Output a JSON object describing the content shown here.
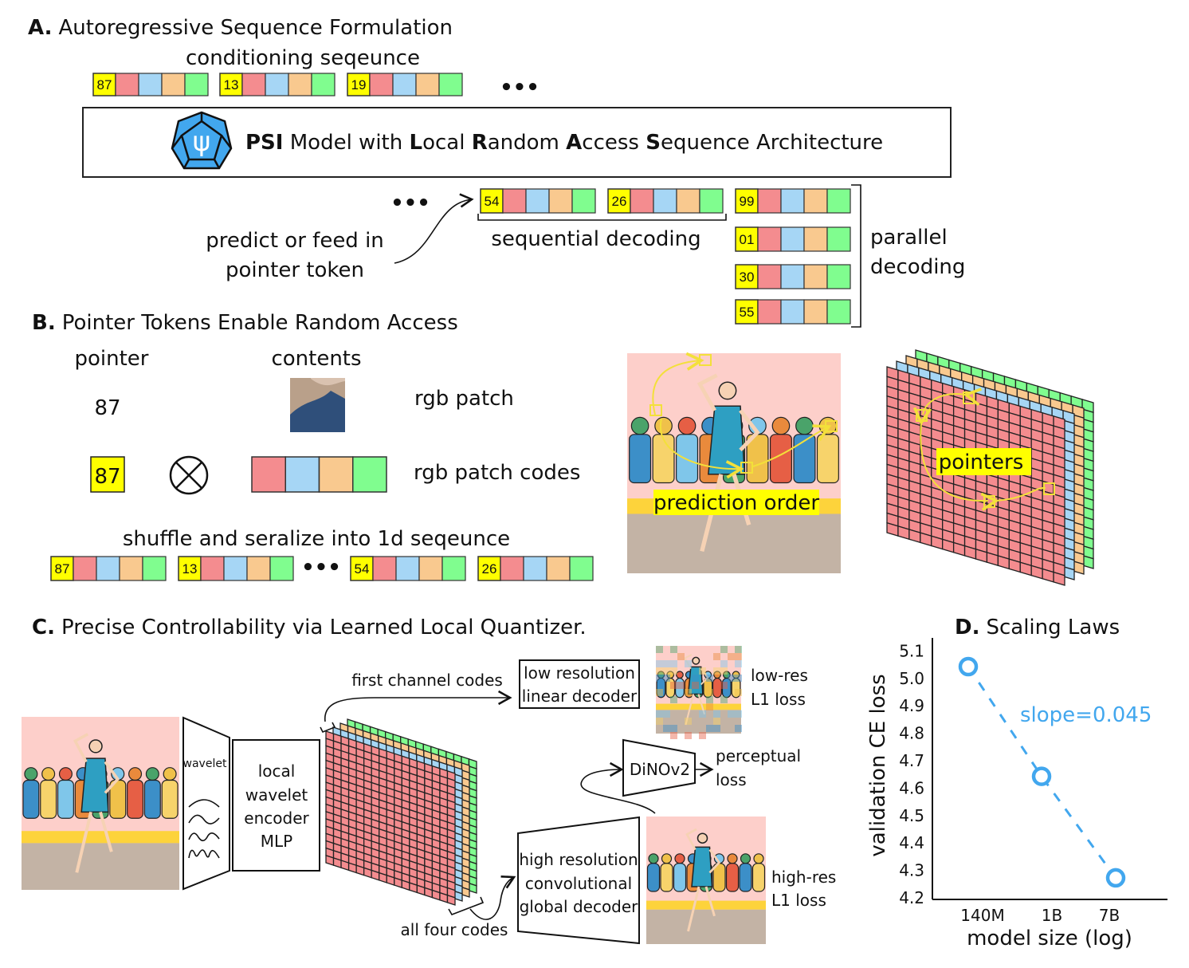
{
  "colors": {
    "pink": "#f48c8f",
    "blue": "#a6d6f5",
    "orange": "#f9c98f",
    "green": "#80fd8f",
    "yellow": "#ffff00",
    "accent_blue": "#42a7ee",
    "floor": "#c3b3a5",
    "wall": "#fdcfca",
    "band": "#fdd33b"
  },
  "sectionA": {
    "letter": "A.",
    "title": "Autoregressive Sequence Formulation",
    "conditioning_label": "conditioning seqeunce",
    "conditioning_tokens": [
      "87",
      "13",
      "19"
    ],
    "ellipsis": "•••",
    "model_icon": "psi-dodecahedron-icon",
    "model_title": {
      "b1": "PSI",
      "t1": " Model with ",
      "b2": "L",
      "t2": "ocal ",
      "b3": "R",
      "t3": "andom ",
      "b4": "A",
      "t4": "ccess ",
      "b5": "S",
      "t5": "equence Architecture"
    },
    "sequential_tokens": [
      "54",
      "26"
    ],
    "sequential_label": "sequential decoding",
    "parallel_tokens": [
      "99",
      "01",
      "30",
      "55"
    ],
    "parallel_label": [
      "parallel",
      "decoding"
    ],
    "pointer_note": [
      "predict or feed in",
      "pointer token"
    ]
  },
  "sectionB": {
    "letter": "B.",
    "title": "Pointer Tokens Enable Random Access",
    "pointer_header": "pointer",
    "contents_header": "contents",
    "pointer_value": "87",
    "rgb_patch_label": "rgb patch",
    "pointer_token": "87",
    "combine_icon": "circled-times-icon",
    "rgb_codes_label": "rgb patch codes",
    "shuffle_label": "shuffle and seralize into 1d seqeunce",
    "sequence_tokens": [
      "87",
      "13",
      "54",
      "26"
    ],
    "ellipsis": "•••",
    "prediction_order_label": "prediction order",
    "pointers_label": "pointers"
  },
  "sectionC": {
    "letter": "C.",
    "title": "Precise Controllability via Learned Local Quantizer.",
    "wavelet_label": "wavelet",
    "encoder_label": [
      "local",
      "wavelet",
      "encoder",
      "MLP"
    ],
    "first_channel_label": "first channel codes",
    "all_codes_label": "all four codes",
    "low_decoder_label": [
      "low resolution",
      "linear decoder"
    ],
    "low_loss_label": [
      "low-res",
      "L1 loss"
    ],
    "dino_label": "DiNOv2",
    "perceptual_label": [
      "perceptual",
      "loss"
    ],
    "high_decoder_label": [
      "high resolution",
      "convolutional",
      "global decoder"
    ],
    "high_loss_label": [
      "high-res",
      "L1 loss"
    ]
  },
  "chart_data": {
    "type": "line",
    "title_letter": "D.",
    "title": "Scaling Laws",
    "xlabel": "model size (log)",
    "ylabel": "validation CE loss",
    "categories": [
      "140M",
      "1B",
      "7B"
    ],
    "values": [
      5.04,
      4.64,
      4.27
    ],
    "yticks": [
      "5.1",
      "5.0",
      "4.9",
      "4.8",
      "4.7",
      "4.6",
      "4.5",
      "4.4",
      "4.3",
      "4.2"
    ],
    "ylim": [
      4.2,
      5.1
    ],
    "xscale": "log",
    "grid": false,
    "line_style": "dashed",
    "marker": "open-circle",
    "annotation": "slope=0.045",
    "color": "#42a7ee"
  }
}
